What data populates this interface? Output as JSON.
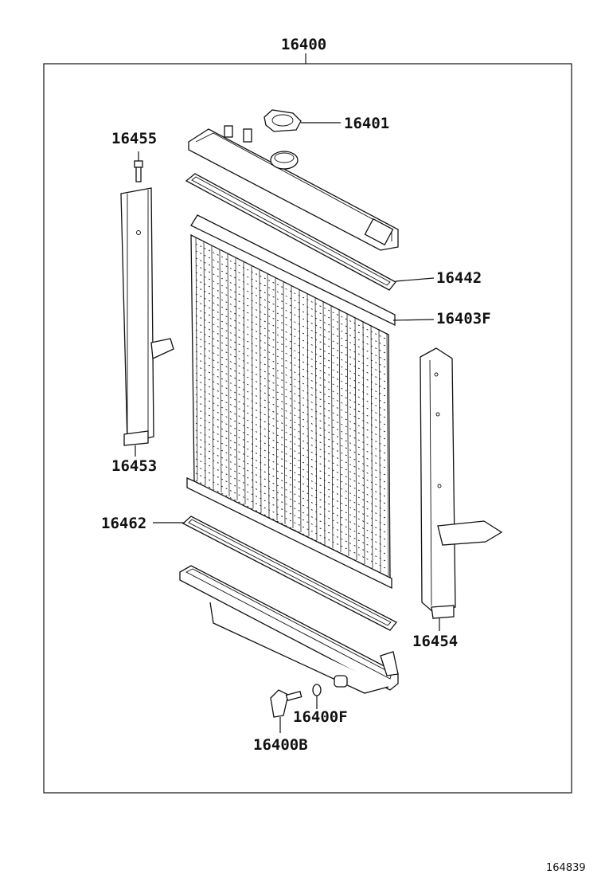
{
  "diagram": {
    "assembly_label": "16400",
    "drawing_number": "164839",
    "parts": {
      "cap": "16401",
      "upper_gasket": "16442",
      "core": "16403F",
      "bolt": "16455",
      "left_support": "16453",
      "right_support": "16454",
      "lower_gasket": "16462",
      "drain_oring": "16400F",
      "drain_cock": "16400B"
    }
  }
}
